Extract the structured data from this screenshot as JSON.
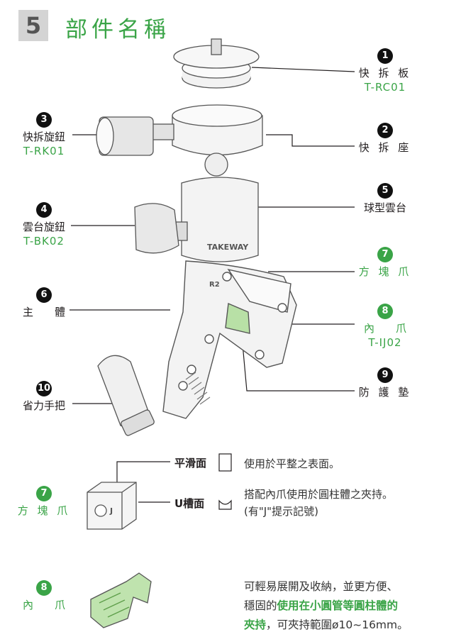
{
  "section": {
    "number": "5",
    "title": "部件名稱"
  },
  "callouts": {
    "c1": {
      "num": "1",
      "name": "快 拆 板",
      "code": "T-RC01"
    },
    "c2": {
      "num": "2",
      "name": "快 拆 座"
    },
    "c3": {
      "num": "3",
      "name": "快拆旋鈕",
      "code": "T-RK01"
    },
    "c4": {
      "num": "4",
      "name": "雲台旋鈕",
      "code": "T-BK02"
    },
    "c5": {
      "num": "5",
      "name": "球型雲台"
    },
    "c6": {
      "num": "6",
      "name": "主　　體"
    },
    "c7": {
      "num": "7",
      "name": "方 塊 爪"
    },
    "c8": {
      "num": "8",
      "name": "內　　爪",
      "code": "T-IJ02"
    },
    "c9": {
      "num": "9",
      "name": "防 護 墊"
    },
    "c10": {
      "num": "10",
      "name": "省力手把"
    }
  },
  "product_marks": {
    "brand": "TAKEWAY",
    "model": "R2"
  },
  "block_jaw": {
    "num": "7",
    "name": "方 塊 爪",
    "flat": {
      "label": "平滑面",
      "desc": "使用於平整之表面。"
    },
    "u_groove": {
      "label": "U槽面",
      "desc_line1": "搭配內爪使用於圓柱體之夾持。",
      "desc_line2": "(有\"J\"提示記號)"
    }
  },
  "inner_jaw": {
    "num": "8",
    "name": "內　　爪",
    "line1": "可輕易展開及收納，並更方便、",
    "line2_plain": "穩固的",
    "line2_highlight": "使用在小圓管等圓柱體的",
    "line3_highlight": "夾持",
    "line3_plain": "，可夾持範圍ø10~16mm。"
  },
  "colors": {
    "accent": "#3aa447",
    "badge": "#111111"
  }
}
